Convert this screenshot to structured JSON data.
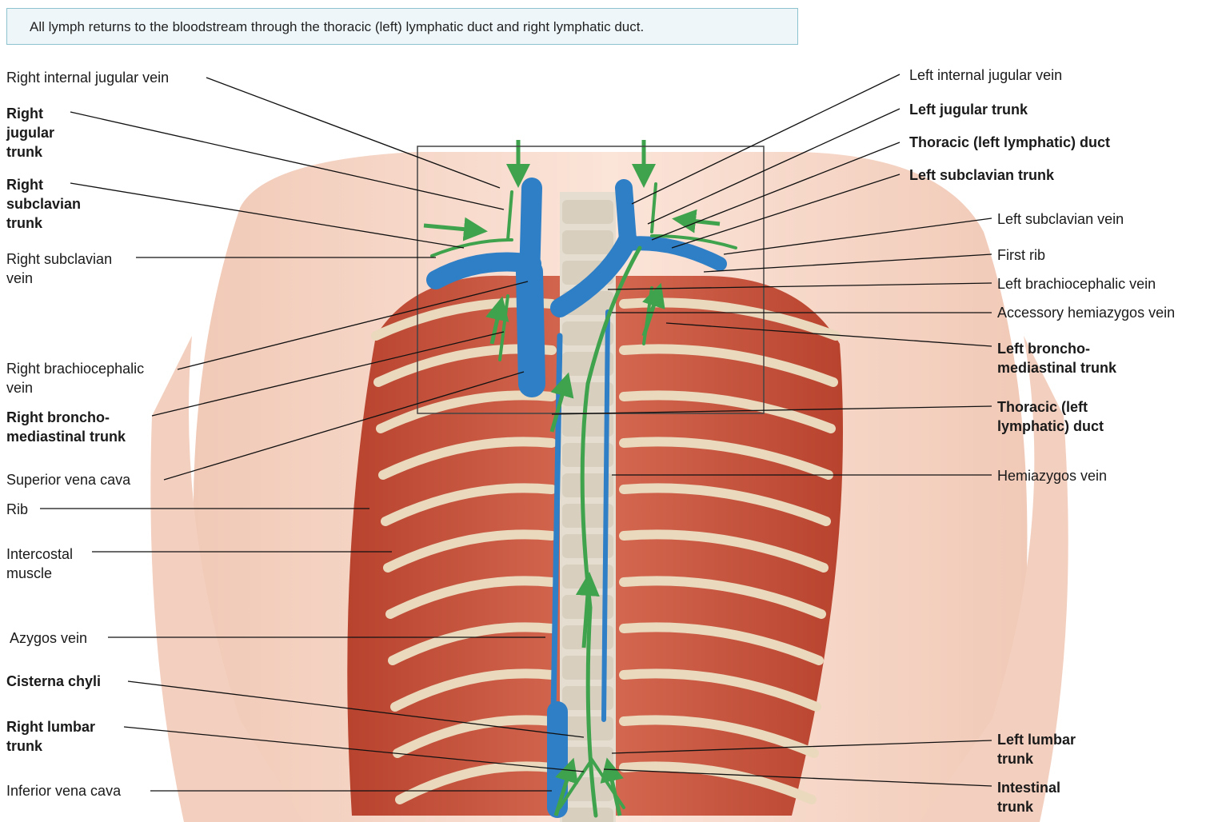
{
  "caption": "All lymph returns to the bloodstream through the thoracic (left) lymphatic duct and right lymphatic duct.",
  "labels_left": [
    {
      "id": "r-int-jug-vein",
      "text": "Right internal jugular vein",
      "bold": false
    },
    {
      "id": "r-jug-trunk",
      "text": "Right\njugular\ntrunk",
      "bold": true
    },
    {
      "id": "r-subclav-trunk",
      "text": "Right\nsubclavian\ntrunk",
      "bold": true
    },
    {
      "id": "r-subclav-vein",
      "text": "Right subclavian\nvein",
      "bold": false
    },
    {
      "id": "r-brachio-vein",
      "text": "Right brachiocephalic\nvein",
      "bold": false
    },
    {
      "id": "r-broncho-trunk",
      "text": "Right broncho-\nmediastinal trunk",
      "bold": true
    },
    {
      "id": "svc",
      "text": "Superior vena cava",
      "bold": false
    },
    {
      "id": "rib",
      "text": "Rib",
      "bold": false
    },
    {
      "id": "intercostal",
      "text": "Intercostal\nmuscle",
      "bold": false
    },
    {
      "id": "azygos",
      "text": "Azygos vein",
      "bold": false
    },
    {
      "id": "cisterna",
      "text": "Cisterna chyli",
      "bold": true
    },
    {
      "id": "r-lumbar",
      "text": "Right lumbar\ntrunk",
      "bold": true
    },
    {
      "id": "ivc",
      "text": "Inferior vena cava",
      "bold": false
    }
  ],
  "labels_right": [
    {
      "id": "l-int-jug-vein",
      "text": "Left internal jugular vein",
      "bold": false
    },
    {
      "id": "l-jug-trunk",
      "text": "Left jugular trunk",
      "bold": true
    },
    {
      "id": "thoracic-duct-top",
      "text": "Thoracic (left lymphatic) duct",
      "bold": true
    },
    {
      "id": "l-subclav-trunk",
      "text": "Left subclavian trunk",
      "bold": true
    },
    {
      "id": "l-subclav-vein",
      "text": "Left subclavian vein",
      "bold": false
    },
    {
      "id": "first-rib",
      "text": "First rib",
      "bold": false
    },
    {
      "id": "l-brachio-vein",
      "text": "Left brachiocephalic vein",
      "bold": false
    },
    {
      "id": "acc-hemiazygos",
      "text": "Accessory hemiazygos vein",
      "bold": false
    },
    {
      "id": "l-broncho-trunk",
      "text": "Left broncho-\nmediastinal trunk",
      "bold": true
    },
    {
      "id": "thoracic-duct",
      "text": "Thoracic (left\nlymphatic) duct",
      "bold": true
    },
    {
      "id": "hemiazygos",
      "text": "Hemiazygos vein",
      "bold": false
    },
    {
      "id": "l-lumbar",
      "text": "Left lumbar\ntrunk",
      "bold": true
    },
    {
      "id": "intestinal",
      "text": "Intestinal\ntrunk",
      "bold": true
    }
  ],
  "colors": {
    "vein": "#2f7fc6",
    "lymph": "#3fa34d",
    "muscle": "#c9573f",
    "rib": "#e9dcc3",
    "skin": "#f6d7c8",
    "leader": "#111111"
  }
}
